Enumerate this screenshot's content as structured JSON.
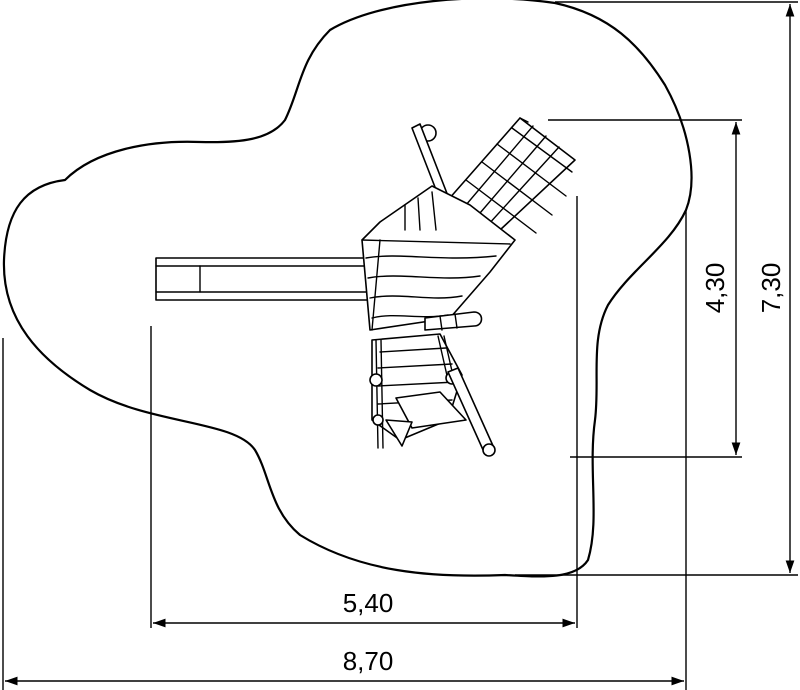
{
  "dimensions": {
    "width_total": "8,70",
    "width_inner": "5,40",
    "height_total": "7,30",
    "height_inner": "4,30"
  },
  "colors": {
    "line": "#000000",
    "background": "#ffffff"
  }
}
